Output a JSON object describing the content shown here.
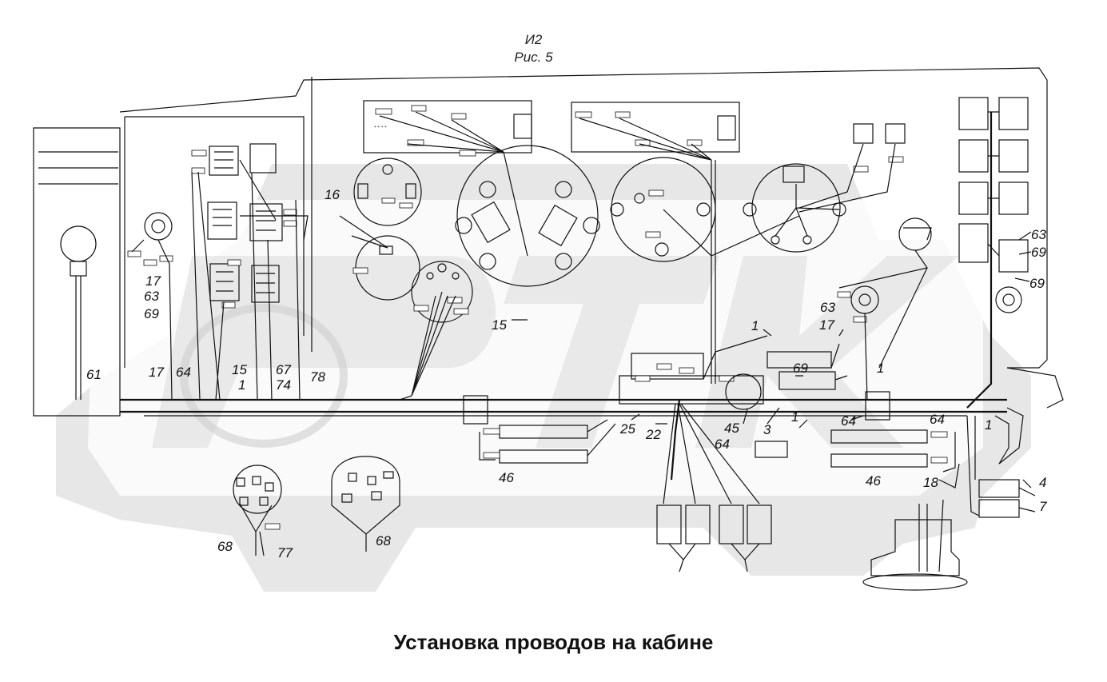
{
  "header": {
    "fig_code": "И2",
    "fig_number": "Рис. 5"
  },
  "caption": "Установка проводов на кабине",
  "callouts": {
    "c61": "61",
    "c17a": "17",
    "c63a": "63",
    "c69a": "69",
    "c17b": "17",
    "c64a": "64",
    "c15a": "15",
    "c1a": "1",
    "c67": "67",
    "c74": "74",
    "c78": "78",
    "c16": "16",
    "c15b": "15",
    "c25": "25",
    "c22": "22",
    "c46a": "46",
    "c45": "45",
    "c3": "3",
    "c64b": "64",
    "c1b": "1",
    "c64c": "64",
    "c63b": "63",
    "c1c": "1",
    "c17c": "17",
    "c69b": "69",
    "c1d": "1",
    "c46b": "46",
    "c64d": "64",
    "c1e": "1",
    "c18": "18",
    "c4": "4",
    "c7": "7",
    "c63c": "63",
    "c69c": "69",
    "c69d": "69",
    "c68a": "68",
    "c77": "77",
    "c68b": "68"
  },
  "colors": {
    "line": "#111111",
    "watermark": "#d4d4d4",
    "background": "#ffffff"
  }
}
